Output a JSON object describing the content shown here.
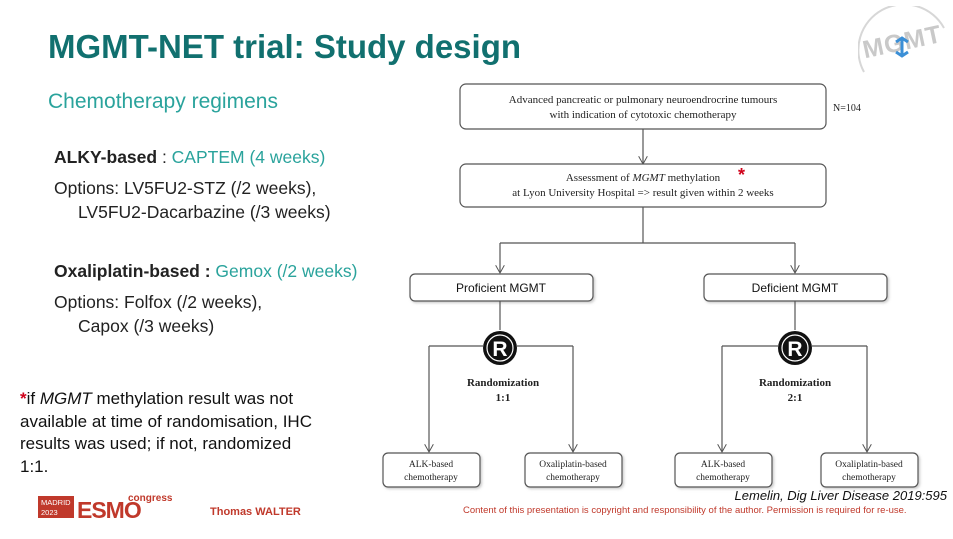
{
  "slide": {
    "title": "MGMT-NET trial: Study design",
    "subtitle": "Chemotherapy regimens"
  },
  "regimens": {
    "alky": {
      "name": "ALKY-based",
      "separator": " : ",
      "main": "CAPTEM (4 weeks)",
      "options_line1": "Options: LV5FU2-STZ (/2 weeks),",
      "options_line2": "LV5FU2-Dacarbazine (/3 weeks)"
    },
    "oxali": {
      "name": "Oxaliplatin-based :",
      "main": " Gemox (/2 weeks)",
      "options_line1": "Options: Folfox (/2 weeks),",
      "options_line2": "Capox (/3 weeks)"
    }
  },
  "footnote": {
    "star": "*",
    "prefix": "if ",
    "italic": "MGMT",
    "text": " methylation result was not available at time of randomisation, IHC results was used; if not, randomized 1:1."
  },
  "diagram": {
    "population_line1": "Advanced pancreatic or pulmonary neuroendrocrine tumours",
    "population_line2": "with indication of cytotoxic chemotherapy",
    "n_label": "N=104",
    "assessment_prefix": "Assessment of ",
    "assessment_italic": "MGMT",
    "assessment_suffix": " methylation",
    "assessment_line2": "at Lyon University  Hospital => result given  within 2 weeks",
    "assessment_star": "*",
    "proficient": "Proficient MGMT",
    "deficient": "Deficient MGMT",
    "r_symbol": "R",
    "randomization_label": "Randomization",
    "ratio_left": "1:1",
    "ratio_right": "2:1",
    "alk_line1": "ALK-based",
    "alk_line2": "chemotherapy",
    "oxali_line1": "Oxaliplatin-based",
    "oxali_line2": "chemotherapy"
  },
  "footer": {
    "reference": "Lemelin, Dig Liver Disease 2019:595",
    "copyright": "Content of this presentation is copyright and responsibility of the author. Permission is required for re-use.",
    "presenter": "Thomas WALTER",
    "congress_city": "MADRID",
    "congress_year": "2023",
    "congress_brand": "ESMO",
    "congress_word": "congress"
  },
  "brand_logo_text": "MGMT",
  "colors": {
    "title": "#11706f",
    "accent": "#2aa39c",
    "esmo_red": "#c0392b",
    "star_red": "#d0021b"
  }
}
